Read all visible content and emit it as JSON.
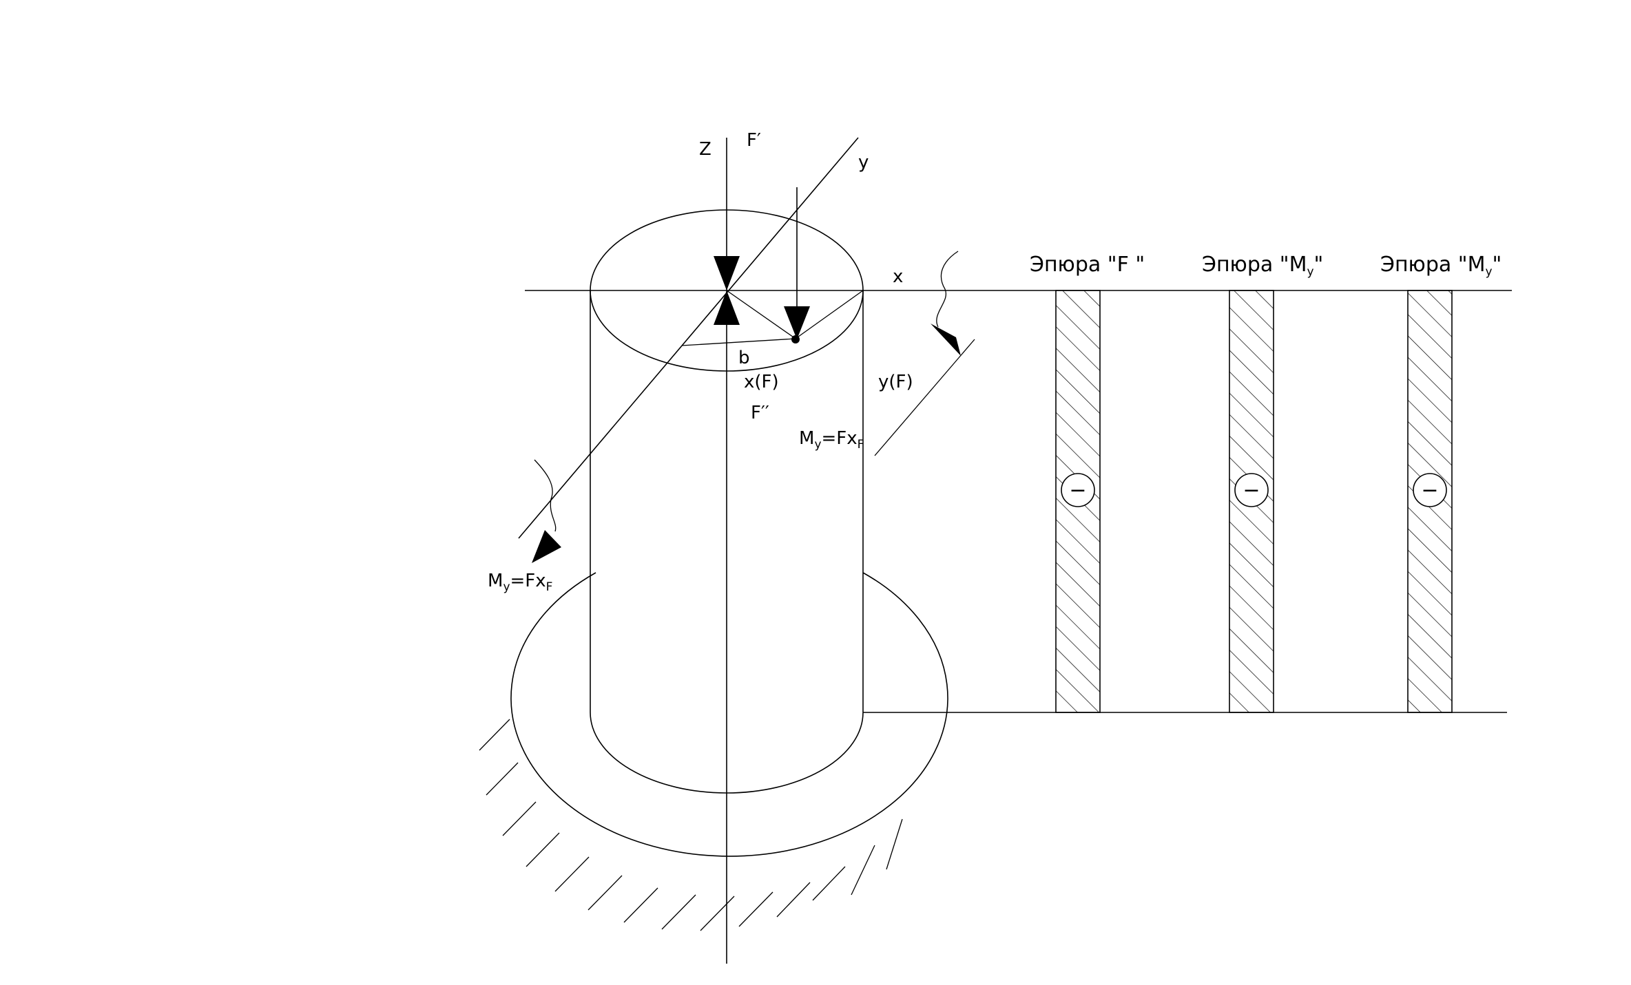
{
  "labels": {
    "axis_z": "Z",
    "axis_y": "y",
    "axis_x": "x",
    "force_top": "F′",
    "force_bottom": "F′′",
    "arm_b": "b",
    "x_of_f": "x(F)",
    "y_of_f": "y(F)",
    "moment_right": {
      "main": "M",
      "sub_y": "y",
      "eq": "=F",
      "x": "x",
      "sub_f": "F"
    },
    "moment_left": {
      "main": "M",
      "sub_y": "y",
      "eq": "=F",
      "x": "x",
      "sub_f": "F"
    }
  },
  "diagrams": [
    {
      "title": "Эпюра \"F \"",
      "sign": "−"
    },
    {
      "title_main": "Эпюра \"M",
      "title_sub": "y",
      "title_end": "\"",
      "sign": "−"
    },
    {
      "title_main": "Эпюра \"M",
      "title_sub": "y",
      "title_end": "\"",
      "sign": "−"
    }
  ],
  "colors": {
    "ink": "#000000",
    "background": "#ffffff"
  }
}
